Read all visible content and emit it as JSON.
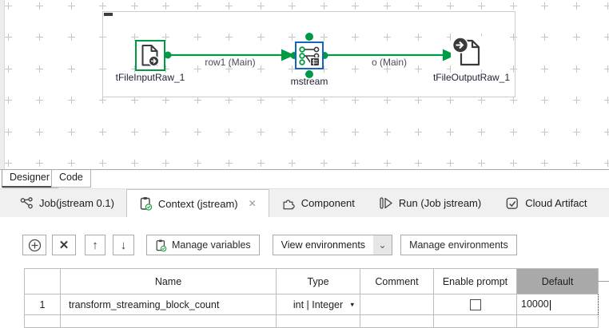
{
  "canvas": {
    "components": [
      {
        "id": "input",
        "label": "tFileInputRaw_1"
      },
      {
        "id": "mstream",
        "label": "mstream"
      },
      {
        "id": "output",
        "label": "tFileOutputRaw_1"
      }
    ],
    "connections": [
      {
        "label": "row1 (Main)"
      },
      {
        "label": "o (Main)"
      }
    ]
  },
  "editor_tabs": {
    "designer": "Designer",
    "code": "Code"
  },
  "view_tabs": [
    {
      "label": "Job(jstream 0.1)"
    },
    {
      "label": "Context (jstream)",
      "active": true,
      "closable": true
    },
    {
      "label": "Component"
    },
    {
      "label": "Run (Job jstream)"
    },
    {
      "label": "Cloud Artifact"
    }
  ],
  "toolbar": {
    "manage_variables": "Manage variables",
    "view_environments": "View environments",
    "manage_environments": "Manage environments"
  },
  "icons": {
    "add": "circle-plus",
    "delete": "✕",
    "move_up": "↑",
    "move_down": "↓",
    "view_env_chevron": "⌄",
    "tab_close": "✕",
    "type_dropdown": "▾",
    "job": "linked-nodes",
    "context": "clipboard-check",
    "component": "puzzle-piece",
    "run": "play-outline",
    "cloud_artifact": "checked-box",
    "manage_variables": "clipboard-check"
  },
  "table": {
    "columns": [
      "",
      "Name",
      "Type",
      "Comment",
      "Enable prompt",
      "Default"
    ],
    "selected_column": "Default",
    "rows": [
      {
        "num": "1",
        "name": "transform_streaming_block_count",
        "type": "int | Integer",
        "comment": "",
        "enable_prompt": false,
        "default": "10000",
        "editing": true
      }
    ]
  },
  "colors": {
    "accent_green": "#009a44",
    "accent_blue": "#1565c0",
    "selected_header_bg": "#a9a9a9",
    "tab_strip_bg": "#f0f0f0"
  }
}
